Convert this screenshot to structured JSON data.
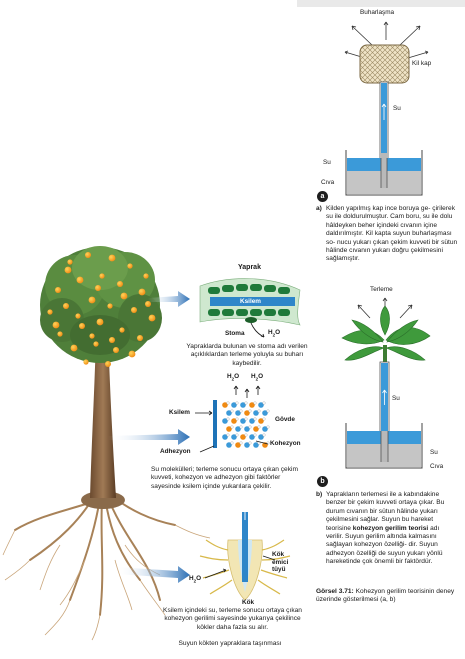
{
  "apparatus_a": {
    "evaporation": "Buharlaşma",
    "clay_pot": "Kil kap",
    "water_tube": "Su",
    "water": "Su",
    "mercury": "Cıva",
    "badge": "a",
    "caption_letter": "a)",
    "caption": "Kilden yapılmış kap ince boruya ge- çirilerek su ile doldurulmuştur. Cam boru, su ile dolu hâldeyken beher içindeki cıvanın içine daldırılmıştır. Kil kapta suyun buharlaşması so- nucu yukarı çıkan çekim kuvveti bir sütun hâlinde cıvanın yukarı doğru çekilmesini sağlamıştır."
  },
  "apparatus_b": {
    "transpiration": "Terleme",
    "water_tube": "Su",
    "water": "Su",
    "mercury": "Cıva",
    "badge": "b",
    "caption_letter": "b)",
    "caption_part1": "Yaprakların terlemesi ile a kabındakine benzer bir çekim kuvveti ortaya çıkar. Bu durum cıvanın bir sütun hâlinde yukarı çekilmesini sağlar. Suyun bu hareket teorisine",
    "caption_bold": "kohezyon gerilim teorisi",
    "caption_part2": "adı verilir. Suyun gerilim altında kalmasını sağlayan kohezyon özelliği- dir. Suyun adhezyon özelliği de suyun yukarı yönlü hareketinde çok önemli bir faktördür."
  },
  "figure_caption": {
    "number": "Görsel 3.71:",
    "text": "Kohezyon gerilim teorisinin deney üzerinde gösterilmesi (a, b)"
  },
  "leaf_inset": {
    "title": "Yaprak",
    "xylem": "Ksilem",
    "stoma": "Stoma",
    "water_symbol": "H2O",
    "caption": "Yapraklarda bulunan ve stoma adı verilen açıklıklardan terleme yoluyla su buharı kaybedilir."
  },
  "stem_inset": {
    "water_top": "H2O",
    "water_top2": "H2O",
    "xylem": "Ksilem",
    "stem": "Gövde",
    "adhesion": "Adhezyon",
    "cohesion": "Kohezyon",
    "caption": "Su molekülleri; terleme sonucu ortaya çıkan çekim kuvveti, kohezyon ve adhezyon gibi faktörler sayesinde ksilem içinde yukarılara çekilir."
  },
  "root_inset": {
    "water": "H2O",
    "root_hair": "Kök emici tüyü",
    "root": "Kök",
    "caption": "Ksilem içindeki su, terleme sonucu ortaya çıkan kohezyon gerilimi sayesinde yukarıya çekilince kökler daha fazla su alır."
  },
  "bottom_caption": "Suyun kökten yapraklara taşınması",
  "colors": {
    "water": "#3b9ad9",
    "xylem": "#1e73b8",
    "leaf": "#2f8a3c",
    "mercury": "#b9b9b9",
    "arrow": "#2b6fb5"
  }
}
